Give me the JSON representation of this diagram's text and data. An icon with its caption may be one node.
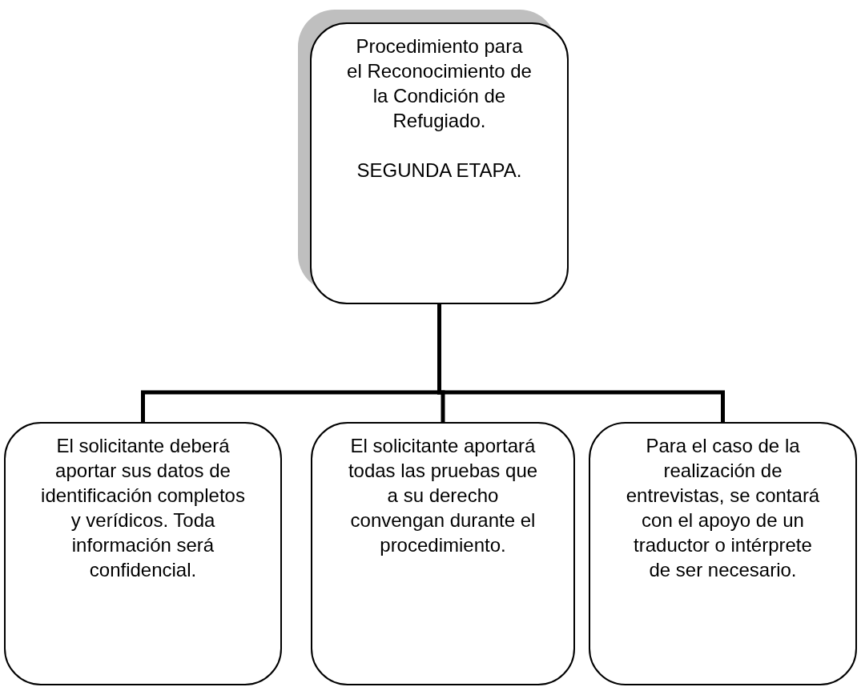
{
  "diagram": {
    "nodes": [
      {
        "text": [
          "Procedimiento para el Reconocimiento de la Condición de Refugiado.",
          "SEGUNDA ETAPA."
        ]
      },
      {
        "text": [
          "El solicitante deberá aportar sus datos de identificación completos y verídicos. Toda información será confidencial."
        ]
      },
      {
        "text": [
          "El solicitante aportará todas las pruebas que a su derecho convengan durante el procedimiento."
        ]
      },
      {
        "text": [
          "Para el caso de la realización de entrevistas, se contará con el apoyo de un traductor o intérprete de ser necesario."
        ]
      }
    ],
    "edges": [
      {
        "from": 0,
        "to": 1,
        "arrow": "none"
      },
      {
        "from": 0,
        "to": 2,
        "arrow": "none"
      },
      {
        "from": 0,
        "to": 3,
        "arrow": "none"
      }
    ]
  }
}
